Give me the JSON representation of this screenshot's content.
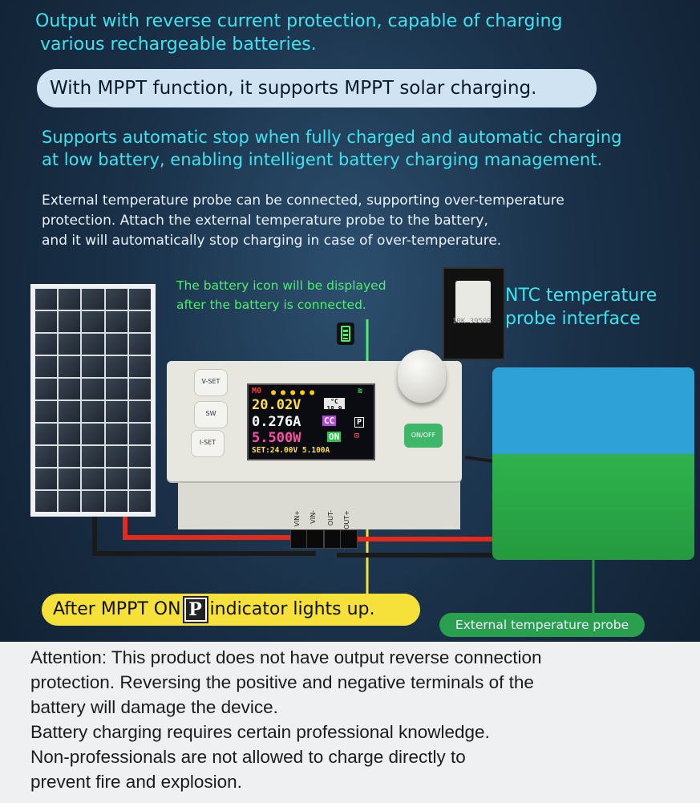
{
  "headings": {
    "line1a": "Output with reverse current protection, capable of charging",
    "line1b": "various rechargeable batteries.",
    "mppt_pill": "With MPPT function, it supports MPPT solar charging.",
    "line3a": "Supports automatic stop when fully charged and automatic charging",
    "line3b": "at low battery, enabling intelligent battery charging management.",
    "line4a": "External temperature probe can be connected, supporting over-temperature",
    "line4b": "protection. Attach the external temperature probe to the battery,",
    "line4c": "and it will automatically stop charging in case of over-temperature."
  },
  "callouts": {
    "battery_icon_a": "The battery icon will be displayed",
    "battery_icon_b": "after the battery is connected.",
    "ntc_a": "NTC temperature",
    "ntc_b": "probe interface",
    "ntc_part": "10K 3950B",
    "mppt_indicator_pre": "After MPPT ON",
    "mppt_indicator_box": "P",
    "mppt_indicator_post": "indicator lights up.",
    "probe": "External temperature probe"
  },
  "device": {
    "btn_vset": "V-SET",
    "btn_sw": "SW",
    "btn_iset": "I-SET",
    "btn_onoff": "ON/OFF",
    "screen": {
      "mode": "M0",
      "voltage": "20.02V",
      "temp": "18.9",
      "temp_unit": "°C",
      "current": "0.276A",
      "cc": "CC",
      "power": "5.500W",
      "on": "ON",
      "p": "P",
      "set": "SET:24.00V 5.100A"
    },
    "terminals": [
      "VIN+",
      "VIN-",
      "OUT-",
      "OUT+"
    ]
  },
  "attention": {
    "l1": "Attention: This product does not have output reverse connection",
    "l2": "protection. Reversing the positive and negative terminals of the",
    "l3": "battery will damage the device.",
    "l4": "Battery charging requires certain professional knowledge.",
    "l5": "Non-professionals are not allowed to charge directly to",
    "l6": "prevent fire and explosion."
  },
  "colors": {
    "cyan": "#3fe3ee",
    "green": "#4cf06a",
    "yellow": "#f6e13a",
    "probe_green": "#2aa04e"
  }
}
